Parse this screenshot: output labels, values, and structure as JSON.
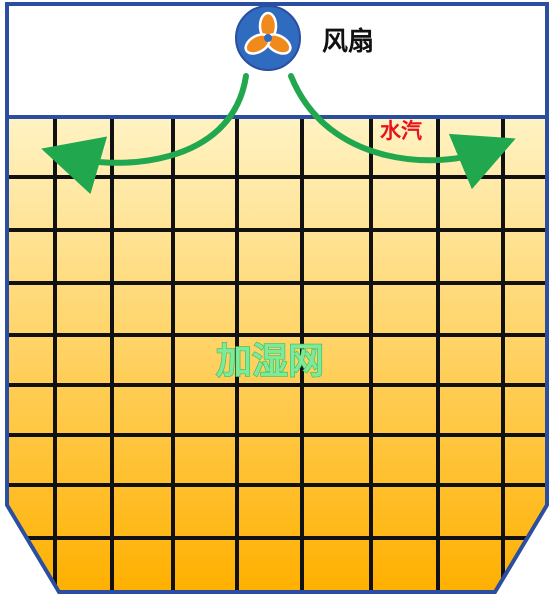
{
  "labels": {
    "fan": "风扇",
    "steam": "水汽",
    "mesh": "加湿网"
  },
  "icons": {
    "fan": "fan-icon",
    "airflow": "curved-arrow-icon"
  },
  "colors": {
    "frame_stroke": "#2b4ea0",
    "fan_fill": "#2f6cc0",
    "fan_blade": "#f08a1c",
    "fan_blade_outline": "#ffffff",
    "mesh_top": "#fff3c4",
    "mesh_bottom": "#ffb000",
    "grid_line": "#111111",
    "arrow": "#21a84e",
    "steam_text": "#e8121c",
    "mesh_text": "#7fe89a"
  }
}
